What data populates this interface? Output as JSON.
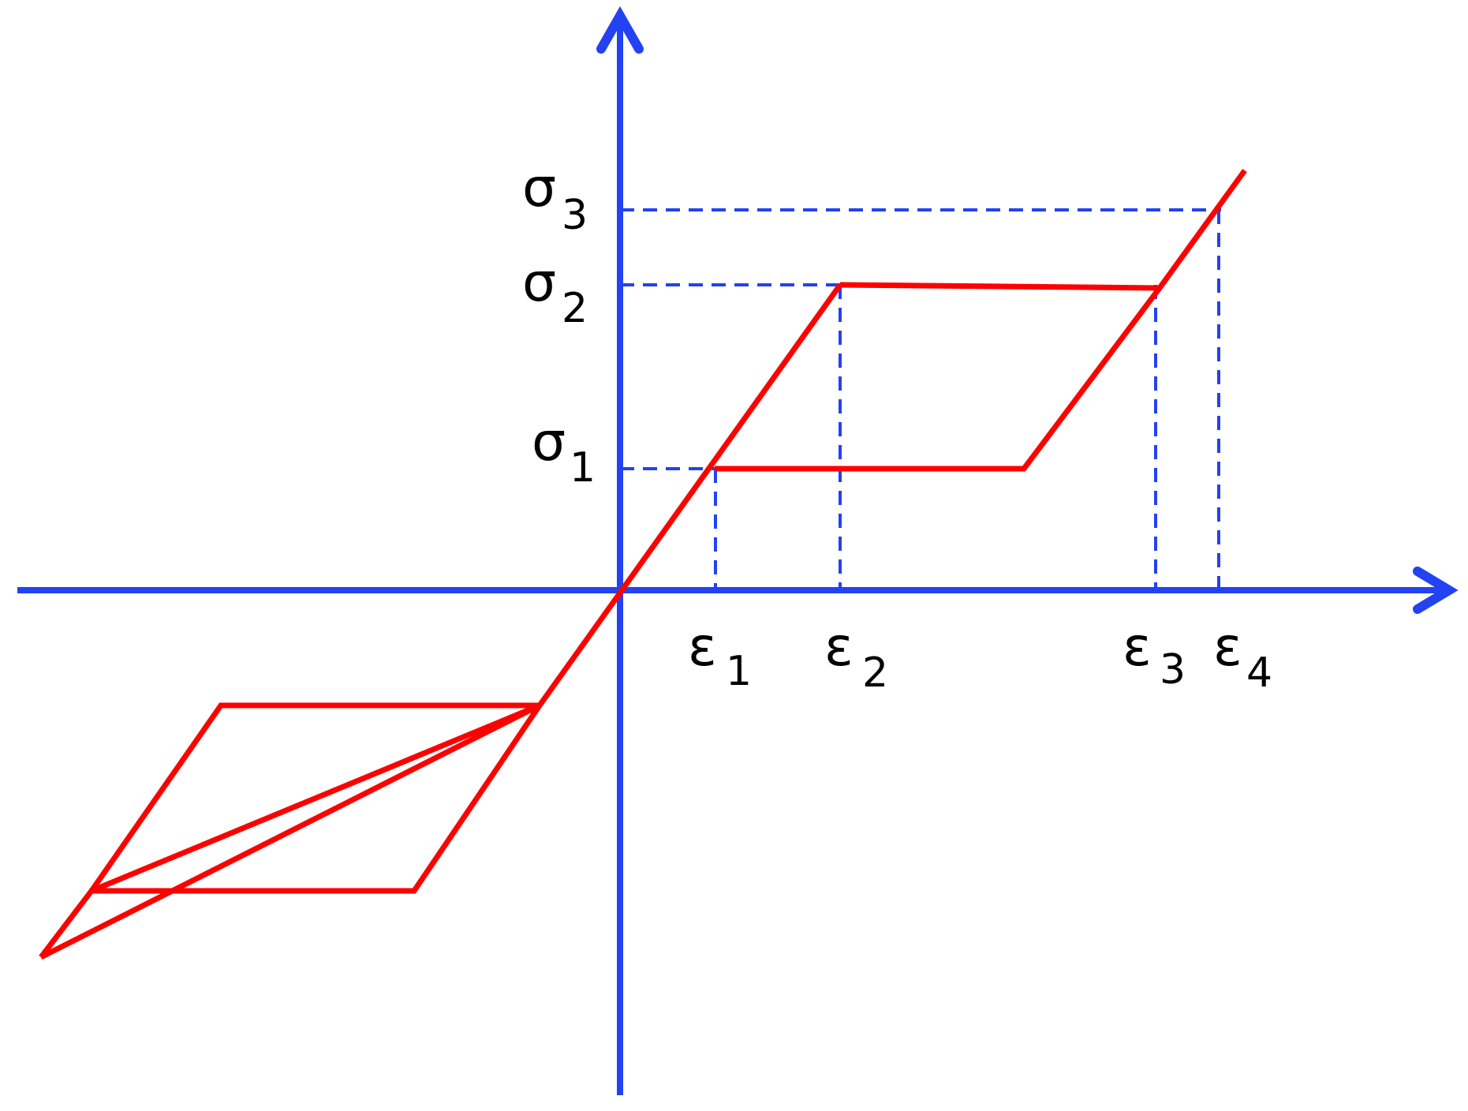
{
  "colors": {
    "axes": "#2342f2",
    "guides": "#2342f2",
    "curve": "#ff0000",
    "labels": "#000000"
  },
  "stress_labels": [
    {
      "symbol": "σ",
      "subscript": "1"
    },
    {
      "symbol": "σ",
      "subscript": "2"
    },
    {
      "symbol": "σ",
      "subscript": "3"
    }
  ],
  "strain_labels": [
    {
      "symbol": "ε",
      "subscript": "1"
    },
    {
      "symbol": "ε",
      "subscript": "2"
    },
    {
      "symbol": "ε",
      "subscript": "3"
    },
    {
      "symbol": "ε",
      "subscript": "4"
    }
  ]
}
